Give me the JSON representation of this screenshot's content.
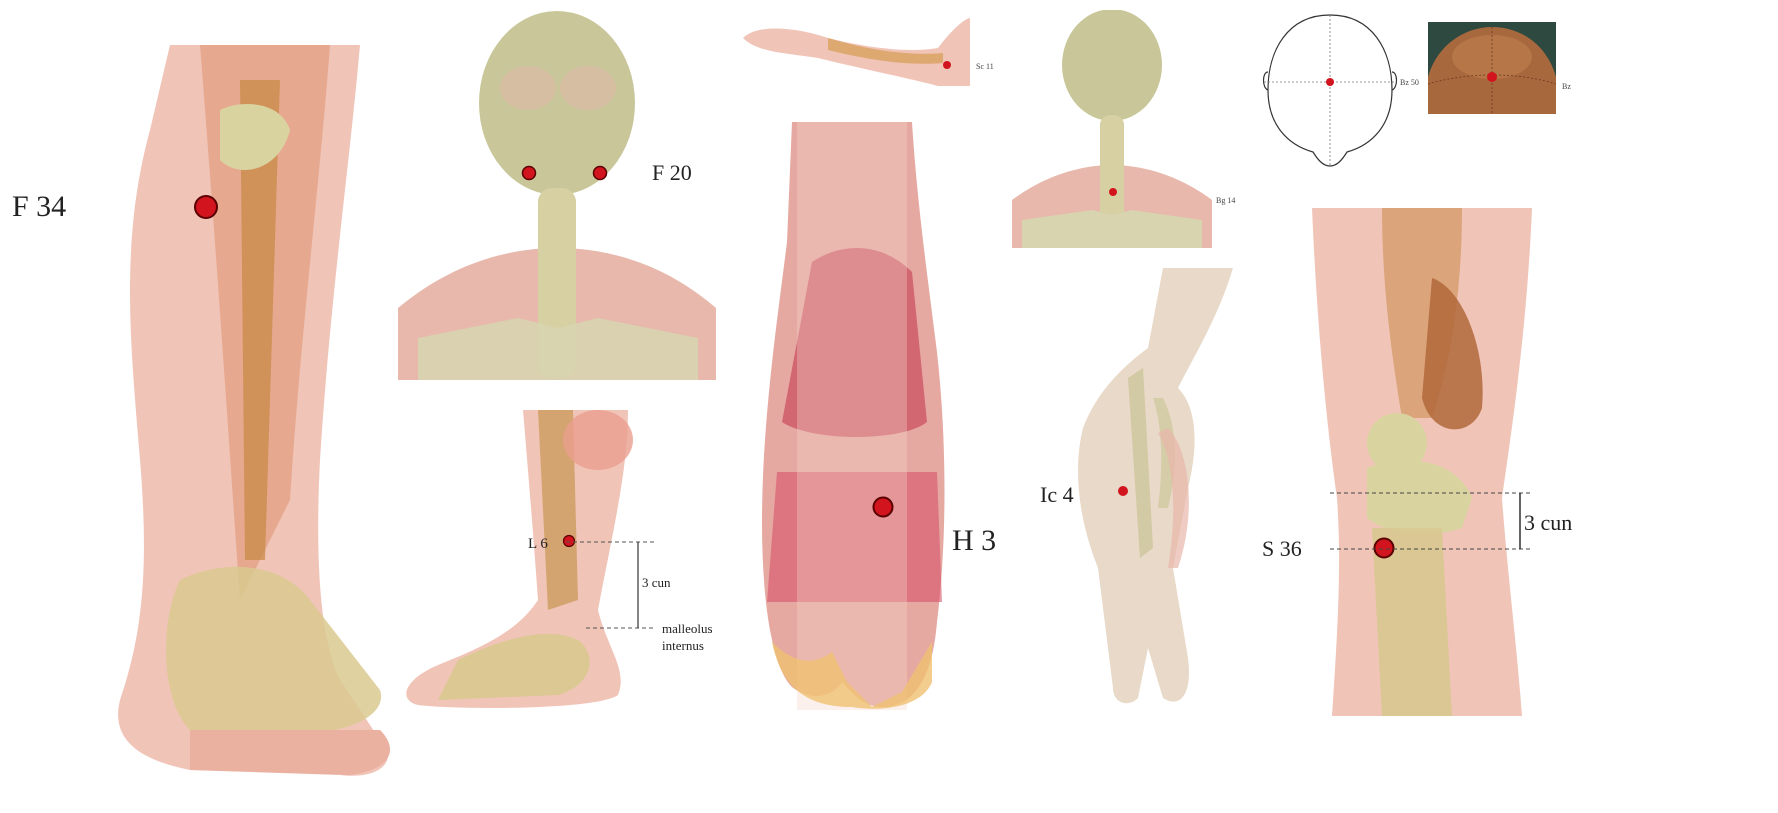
{
  "labels": {
    "f34": "F 34",
    "f20": "F 20",
    "h3": "H 3",
    "ic4": "Ic 4",
    "s36": "S 36",
    "l6": "L 6",
    "cun3_ankle": "3 cun",
    "malleolus_line1": "malleolus",
    "malleolus_line2": "internus",
    "cun3_knee": "3 cun",
    "arm_tag": "Sc 11",
    "neck_tag": "Bg 14",
    "head_tag": "Bz 50",
    "photo_tag": "Bz"
  },
  "colors": {
    "point": "#d2141e",
    "point_ring": "#5a0000",
    "muscle": "#e8a89a",
    "bone": "#d9d3a0",
    "skull": "#c9c79a"
  },
  "icons": [
    "acupoint-marker"
  ]
}
